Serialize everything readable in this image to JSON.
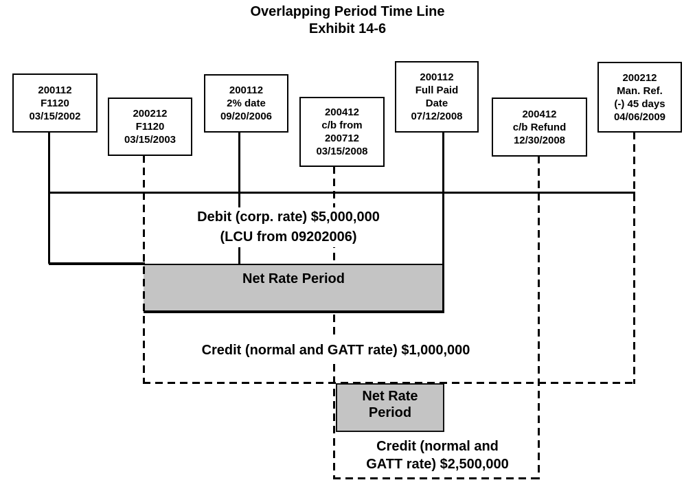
{
  "title": {
    "line1": "Overlapping Period Time Line",
    "line2": "Exhibit 14-6"
  },
  "boxes": [
    {
      "id": "f1120-200112",
      "connector": "solid",
      "lines": [
        "200112",
        "F1120",
        "03/15/2002"
      ]
    },
    {
      "id": "f1120-200212",
      "connector": "dashed",
      "lines": [
        "200212",
        "F1120",
        "03/15/2003"
      ]
    },
    {
      "id": "two-pct-date",
      "connector": "solid",
      "lines": [
        "200112",
        "2% date",
        "09/20/2006"
      ]
    },
    {
      "id": "cb-from-200712",
      "connector": "dashed",
      "lines": [
        "200412",
        "c/b from",
        "200712",
        "03/15/2008"
      ]
    },
    {
      "id": "full-paid-date",
      "connector": "solid",
      "lines": [
        "200112",
        "Full Paid",
        "Date",
        "07/12/2008"
      ]
    },
    {
      "id": "cb-refund",
      "connector": "dashed",
      "lines": [
        "200412",
        "c/b Refund",
        "12/30/2008"
      ]
    },
    {
      "id": "manual-refund",
      "connector": "dashed",
      "lines": [
        "200212",
        "Man. Ref.",
        "(-) 45 days",
        "04/06/2009"
      ]
    }
  ],
  "labels": {
    "debit_line1": "Debit (corp. rate) $5,000,000",
    "debit_line2": "(LCU from 09202006)",
    "credit1": "Credit (normal and GATT rate) $1,000,000",
    "credit2_line1": "Credit (normal and",
    "credit2_line2": "GATT rate) $2,500,000",
    "net_rate_period_1": "Net Rate Period",
    "net_rate_period_2_line1": "Net Rate",
    "net_rate_period_2_line2": "Period"
  },
  "colors": {
    "line": "#000000",
    "text": "#000000",
    "net_rate_fill": "#c4c4c4",
    "background": "#ffffff"
  }
}
